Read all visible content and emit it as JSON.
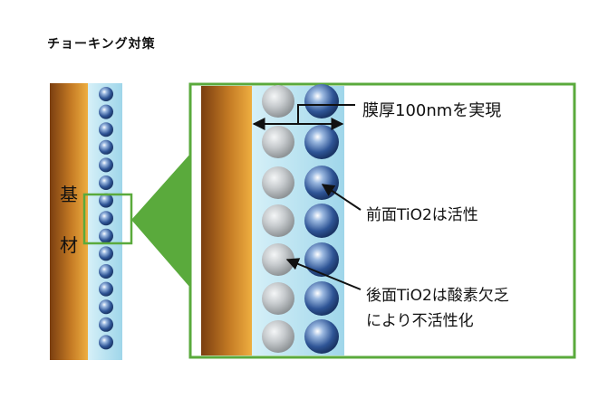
{
  "title": "チョーキング対策",
  "substrate_label": [
    "基",
    "材"
  ],
  "annotations": {
    "thickness": "膜厚100nmを実現",
    "front": "前面TiO2は活性",
    "back_line1": "後面TiO2は酸素欠乏",
    "back_line2": "により不活性化"
  },
  "colors": {
    "frame_green": "#5aaa3c",
    "substrate_dark": "#8a4a14",
    "substrate_light": "#e7a23a",
    "film": "#bfe6f2",
    "active_sphere": "#2a4f8f",
    "inactive_sphere": "#b8bcbf"
  }
}
